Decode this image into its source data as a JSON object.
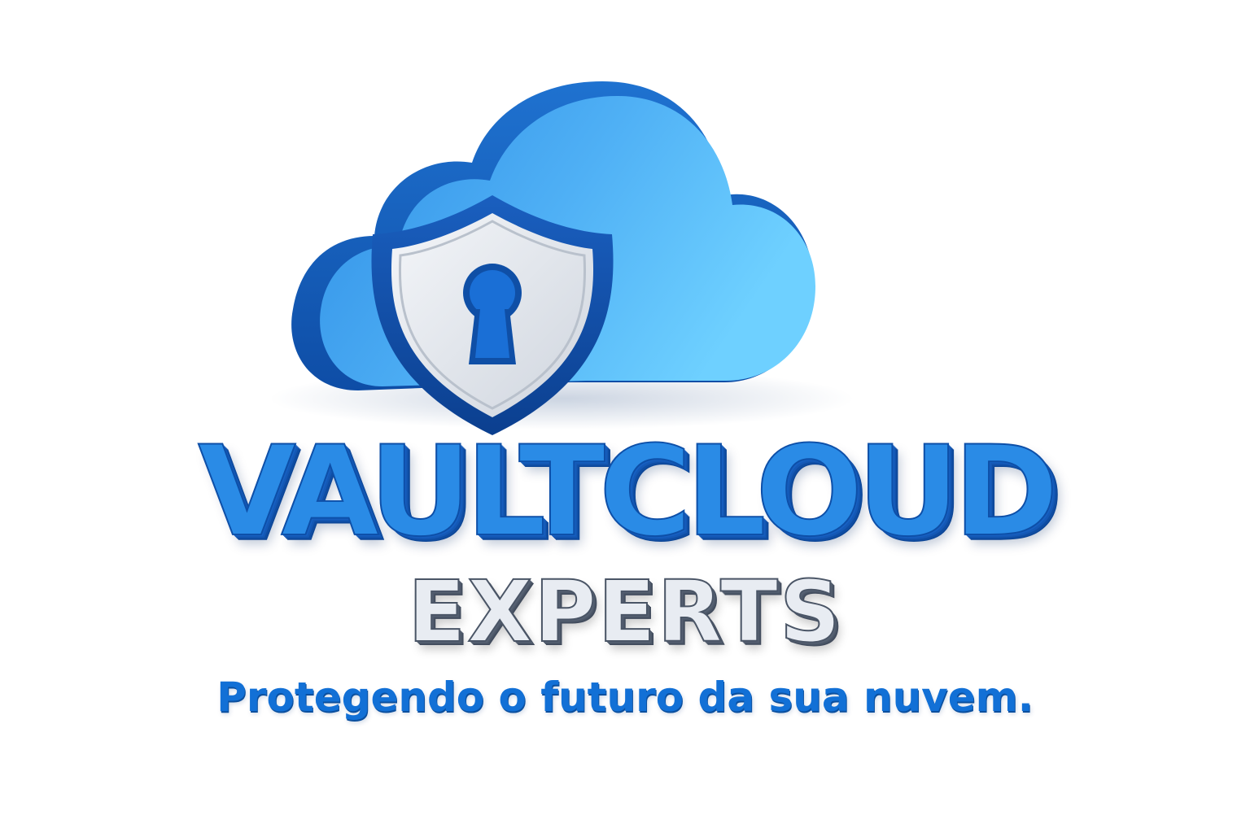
{
  "logo": {
    "name": "VAULTCLOUD",
    "subname": "EXPERTS",
    "tagline": "Protegendo o futuro da sua nuvem.",
    "icons": {
      "cloud": "cloud-icon",
      "shield": "shield-icon",
      "keyhole": "keyhole-icon"
    },
    "colors": {
      "cloud_light": "#5cc2ff",
      "cloud_mid": "#2a8be6",
      "cloud_dark": "#0d4fa8",
      "shield_face": "#e6e9ee",
      "text_gray": "#e8ecf2",
      "tagline_blue": "#1270d6",
      "background": "#ffffff"
    }
  }
}
